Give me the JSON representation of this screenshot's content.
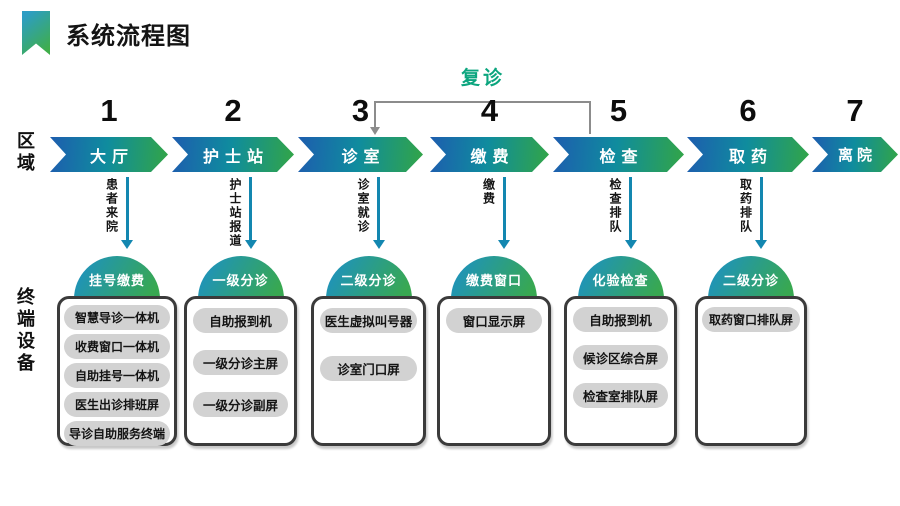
{
  "title": "系统流程图",
  "labels": {
    "area": "区域",
    "devices": "终端设备",
    "return_visit": "复诊"
  },
  "stages": [
    {
      "num": "1",
      "label": "大厅"
    },
    {
      "num": "2",
      "label": "护士站"
    },
    {
      "num": "3",
      "label": "诊室"
    },
    {
      "num": "4",
      "label": "缴费"
    },
    {
      "num": "5",
      "label": "检查"
    },
    {
      "num": "6",
      "label": "取药"
    },
    {
      "num": "7",
      "label": "离院"
    }
  ],
  "columns": [
    {
      "flow": "患者来院",
      "arch": "挂号缴费",
      "devices": [
        "智慧导诊一体机",
        "收费窗口一体机",
        "自助挂号一体机",
        "医生出诊排班屏",
        "导诊自助服务终端"
      ]
    },
    {
      "flow": "护士站报道",
      "arch": "一级分诊",
      "devices": [
        "自助报到机",
        "一级分诊主屏",
        "一级分诊副屏"
      ]
    },
    {
      "flow": "诊室就诊",
      "arch": "二级分诊",
      "devices": [
        "医生虚拟叫号器",
        "诊室门口屏"
      ]
    },
    {
      "flow": "缴费",
      "arch": "缴费窗口",
      "devices": [
        "窗口显示屏"
      ]
    },
    {
      "flow": "检查排队",
      "arch": "化验检查",
      "devices": [
        "自助报到机",
        "候诊区综合屏",
        "检查室排队屏"
      ]
    },
    {
      "flow": "取药排队",
      "arch": "二级分诊",
      "devices": [
        "取药窗口排队屏"
      ]
    }
  ],
  "icons": {
    "bookmark": "css-clip-path bookmark ribbon, teal-to-green gradient",
    "down-arrow": "css triangle arrowhead on vertical teal line",
    "return-arrowhead": "css triangle, gray, points down into stage 3"
  },
  "colors": {
    "chevron_start": "#1d5fae",
    "chevron_mid": "#0f8c9e",
    "chevron_end": "#31a44a",
    "arch_start": "#1f93b9",
    "arch_end": "#38a851",
    "arrow": "#1387b0",
    "return_visit": "#0ba57e",
    "bracket": "#8c8c8c",
    "pill_bg": "#d2d2d2",
    "card_border": "#3b3b3b",
    "icon_start": "#2d9dc4",
    "icon_end": "#3fae4a"
  }
}
